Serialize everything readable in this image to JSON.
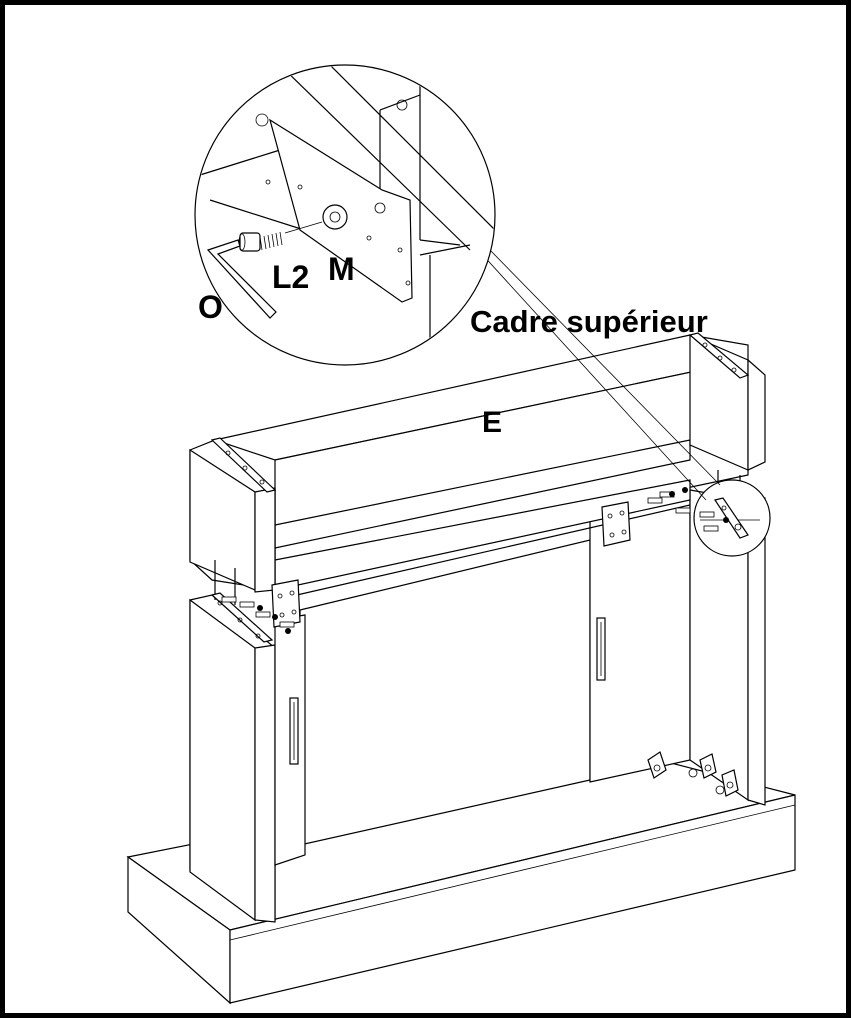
{
  "labels": {
    "part_o": "O",
    "part_l2": "L2",
    "part_m": "M",
    "part_e": "E",
    "top_frame": "Cadre supérieur"
  }
}
